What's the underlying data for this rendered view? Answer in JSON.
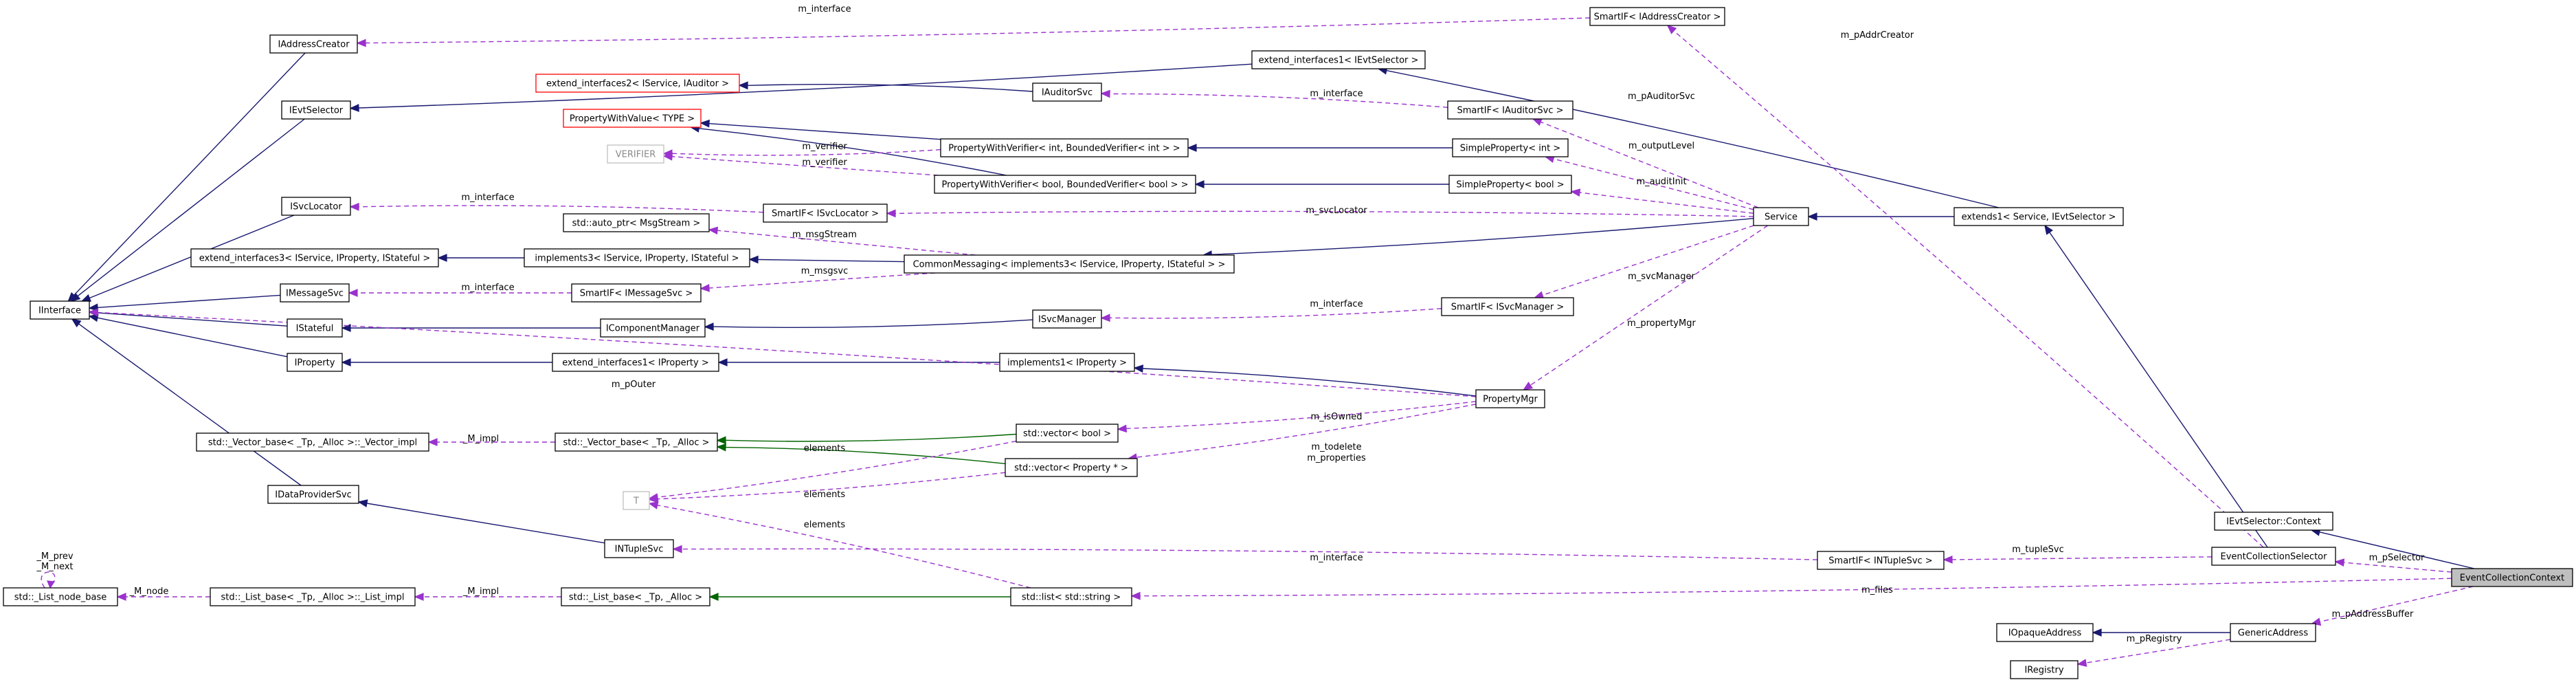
{
  "diagram": {
    "nodes": [
      {
        "id": "IAddressCreator",
        "label": "IAddressCreator"
      },
      {
        "id": "IEvtSelector",
        "label": "IEvtSelector"
      },
      {
        "id": "ISvcLocator",
        "label": "ISvcLocator"
      },
      {
        "id": "IInterface",
        "label": "IInterface"
      },
      {
        "id": "IMessageSvc",
        "label": "IMessageSvc"
      },
      {
        "id": "IStateful",
        "label": "IStateful"
      },
      {
        "id": "IProperty",
        "label": "IProperty"
      },
      {
        "id": "IDataProviderSvc",
        "label": "IDataProviderSvc"
      },
      {
        "id": "INTupleSvc",
        "label": "INTupleSvc"
      },
      {
        "id": "ListNodeBase",
        "label": "std::_List_node_base"
      },
      {
        "id": "ListBaseImpl",
        "label": "std::_List_base< _Tp, _Alloc >::_List_impl"
      },
      {
        "id": "ListBase",
        "label": "std::_List_base< _Tp, _Alloc >"
      },
      {
        "id": "VectorBaseImpl",
        "label": "std::_Vector_base< _Tp, _Alloc >::_Vector_impl"
      },
      {
        "id": "VectorBase",
        "label": "std::_Vector_base< _Tp, _Alloc >"
      },
      {
        "id": "T",
        "label": "T"
      },
      {
        "id": "ExtIf2",
        "label": "extend_interfaces2< IService, IAuditor >"
      },
      {
        "id": "PropWithValue",
        "label": "PropertyWithValue< TYPE >"
      },
      {
        "id": "VERIFIER",
        "label": "VERIFIER"
      },
      {
        "id": "ExtIf3",
        "label": "extend_interfaces3< IService, IProperty, IStateful >"
      },
      {
        "id": "AutoPtr",
        "label": "std::auto_ptr< MsgStream >"
      },
      {
        "id": "Impl3",
        "label": "implements3< IService, IProperty, IStateful >"
      },
      {
        "id": "SmartIFMsg",
        "label": "SmartIF< IMessageSvc >"
      },
      {
        "id": "SmartIFLoc",
        "label": "SmartIF< ISvcLocator >"
      },
      {
        "id": "IComponentMgr",
        "label": "IComponentManager"
      },
      {
        "id": "ExtIf1",
        "label": "extend_interfaces1< IProperty >"
      },
      {
        "id": "IAuditorSvc",
        "label": "IAuditorSvc"
      },
      {
        "id": "PWVInt",
        "label": "PropertyWithVerifier< int, BoundedVerifier< int > >"
      },
      {
        "id": "PWVBool",
        "label": "PropertyWithVerifier< bool, BoundedVerifier< bool > >"
      },
      {
        "id": "CommonMsg",
        "label": "CommonMessaging< implements3< IService, IProperty, IStateful > >"
      },
      {
        "id": "ISvcManager",
        "label": "ISvcManager"
      },
      {
        "id": "Impl1",
        "label": "implements1< IProperty >"
      },
      {
        "id": "VecBool",
        "label": "std::vector< bool >"
      },
      {
        "id": "VecProp",
        "label": "std::vector< Property * >"
      },
      {
        "id": "ListString",
        "label": "std::list< std::string >"
      },
      {
        "id": "SmartIFAddr",
        "label": "SmartIF< IAddressCreator >"
      },
      {
        "id": "ExtIfEvt",
        "label": "extend_interfaces1< IEvtSelector >"
      },
      {
        "id": "SmartIFAud",
        "label": "SmartIF< IAuditorSvc >"
      },
      {
        "id": "SimpleInt",
        "label": "SimpleProperty< int >"
      },
      {
        "id": "SimpleBool",
        "label": "SimpleProperty< bool >"
      },
      {
        "id": "SmartIFSvcMgr",
        "label": "SmartIF< ISvcManager >"
      },
      {
        "id": "PropertyMgr",
        "label": "PropertyMgr"
      },
      {
        "id": "Service",
        "label": "Service"
      },
      {
        "id": "Extends1",
        "label": "extends1< Service, IEvtSelector >"
      },
      {
        "id": "SmartIFNT",
        "label": "SmartIF< INTupleSvc >"
      },
      {
        "id": "EvtSelCtx",
        "label": "IEvtSelector::Context"
      },
      {
        "id": "EvtColSel",
        "label": "EventCollectionSelector"
      },
      {
        "id": "EvtColCtx",
        "label": "EventCollectionContext"
      },
      {
        "id": "IOpaqueAddr",
        "label": "IOpaqueAddress"
      },
      {
        "id": "GenericAddr",
        "label": "GenericAddress"
      },
      {
        "id": "IRegistry",
        "label": "IRegistry"
      }
    ],
    "edge_labels": [
      {
        "id": "m_interface_addr",
        "text": "m_interface"
      },
      {
        "id": "m_pAddrCreator",
        "text": "m_pAddrCreator"
      },
      {
        "id": "m_interface_aud",
        "text": "m_interface"
      },
      {
        "id": "m_pAuditorSvc",
        "text": "m_pAuditorSvc"
      },
      {
        "id": "m_outputLevel",
        "text": "m_outputLevel"
      },
      {
        "id": "m_verifier_1",
        "text": "m_verifier"
      },
      {
        "id": "m_verifier_2",
        "text": "m_verifier"
      },
      {
        "id": "m_auditInit",
        "text": "m_auditInit"
      },
      {
        "id": "m_interface_loc",
        "text": "m_interface"
      },
      {
        "id": "m_svcLocator",
        "text": "m_svcLocator"
      },
      {
        "id": "m_msgStream",
        "text": "m_msgStream"
      },
      {
        "id": "m_msgsvc",
        "text": "m_msgsvc"
      },
      {
        "id": "m_interface_msg",
        "text": "m_interface"
      },
      {
        "id": "m_svcManager",
        "text": "m_svcManager"
      },
      {
        "id": "m_interface_mgr",
        "text": "m_interface"
      },
      {
        "id": "m_propertyMgr",
        "text": "m_propertyMgr"
      },
      {
        "id": "m_pOuter",
        "text": "m_pOuter"
      },
      {
        "id": "M_impl_vec",
        "text": "_M_impl"
      },
      {
        "id": "elements_1",
        "text": "elements"
      },
      {
        "id": "m_isOwned",
        "text": "m_isOwned"
      },
      {
        "id": "m_todelete",
        "text": "m_todelete"
      },
      {
        "id": "m_properties",
        "text": "m_properties"
      },
      {
        "id": "elements_2",
        "text": "elements"
      },
      {
        "id": "elements_3",
        "text": "elements"
      },
      {
        "id": "M_prev",
        "text": "_M_prev"
      },
      {
        "id": "M_next",
        "text": "_M_next"
      },
      {
        "id": "M_node",
        "text": "_M_node"
      },
      {
        "id": "M_impl_list",
        "text": "_M_impl"
      },
      {
        "id": "m_interface_nt",
        "text": "m_interface"
      },
      {
        "id": "m_tupleSvc",
        "text": "m_tupleSvc"
      },
      {
        "id": "m_pSelector",
        "text": "m_pSelector"
      },
      {
        "id": "m_files",
        "text": "m_files"
      },
      {
        "id": "m_pAddressBuffer",
        "text": "m_pAddressBuffer"
      },
      {
        "id": "m_pRegistry",
        "text": "m_pRegistry"
      }
    ],
    "colors": {
      "inheritance": "#191970",
      "template": "#006400",
      "usage": "#9a32cd",
      "highlight_fill": "#bfbfbf",
      "template_border": "#ff0000",
      "undocumented_border": "#bfbfbf"
    }
  }
}
